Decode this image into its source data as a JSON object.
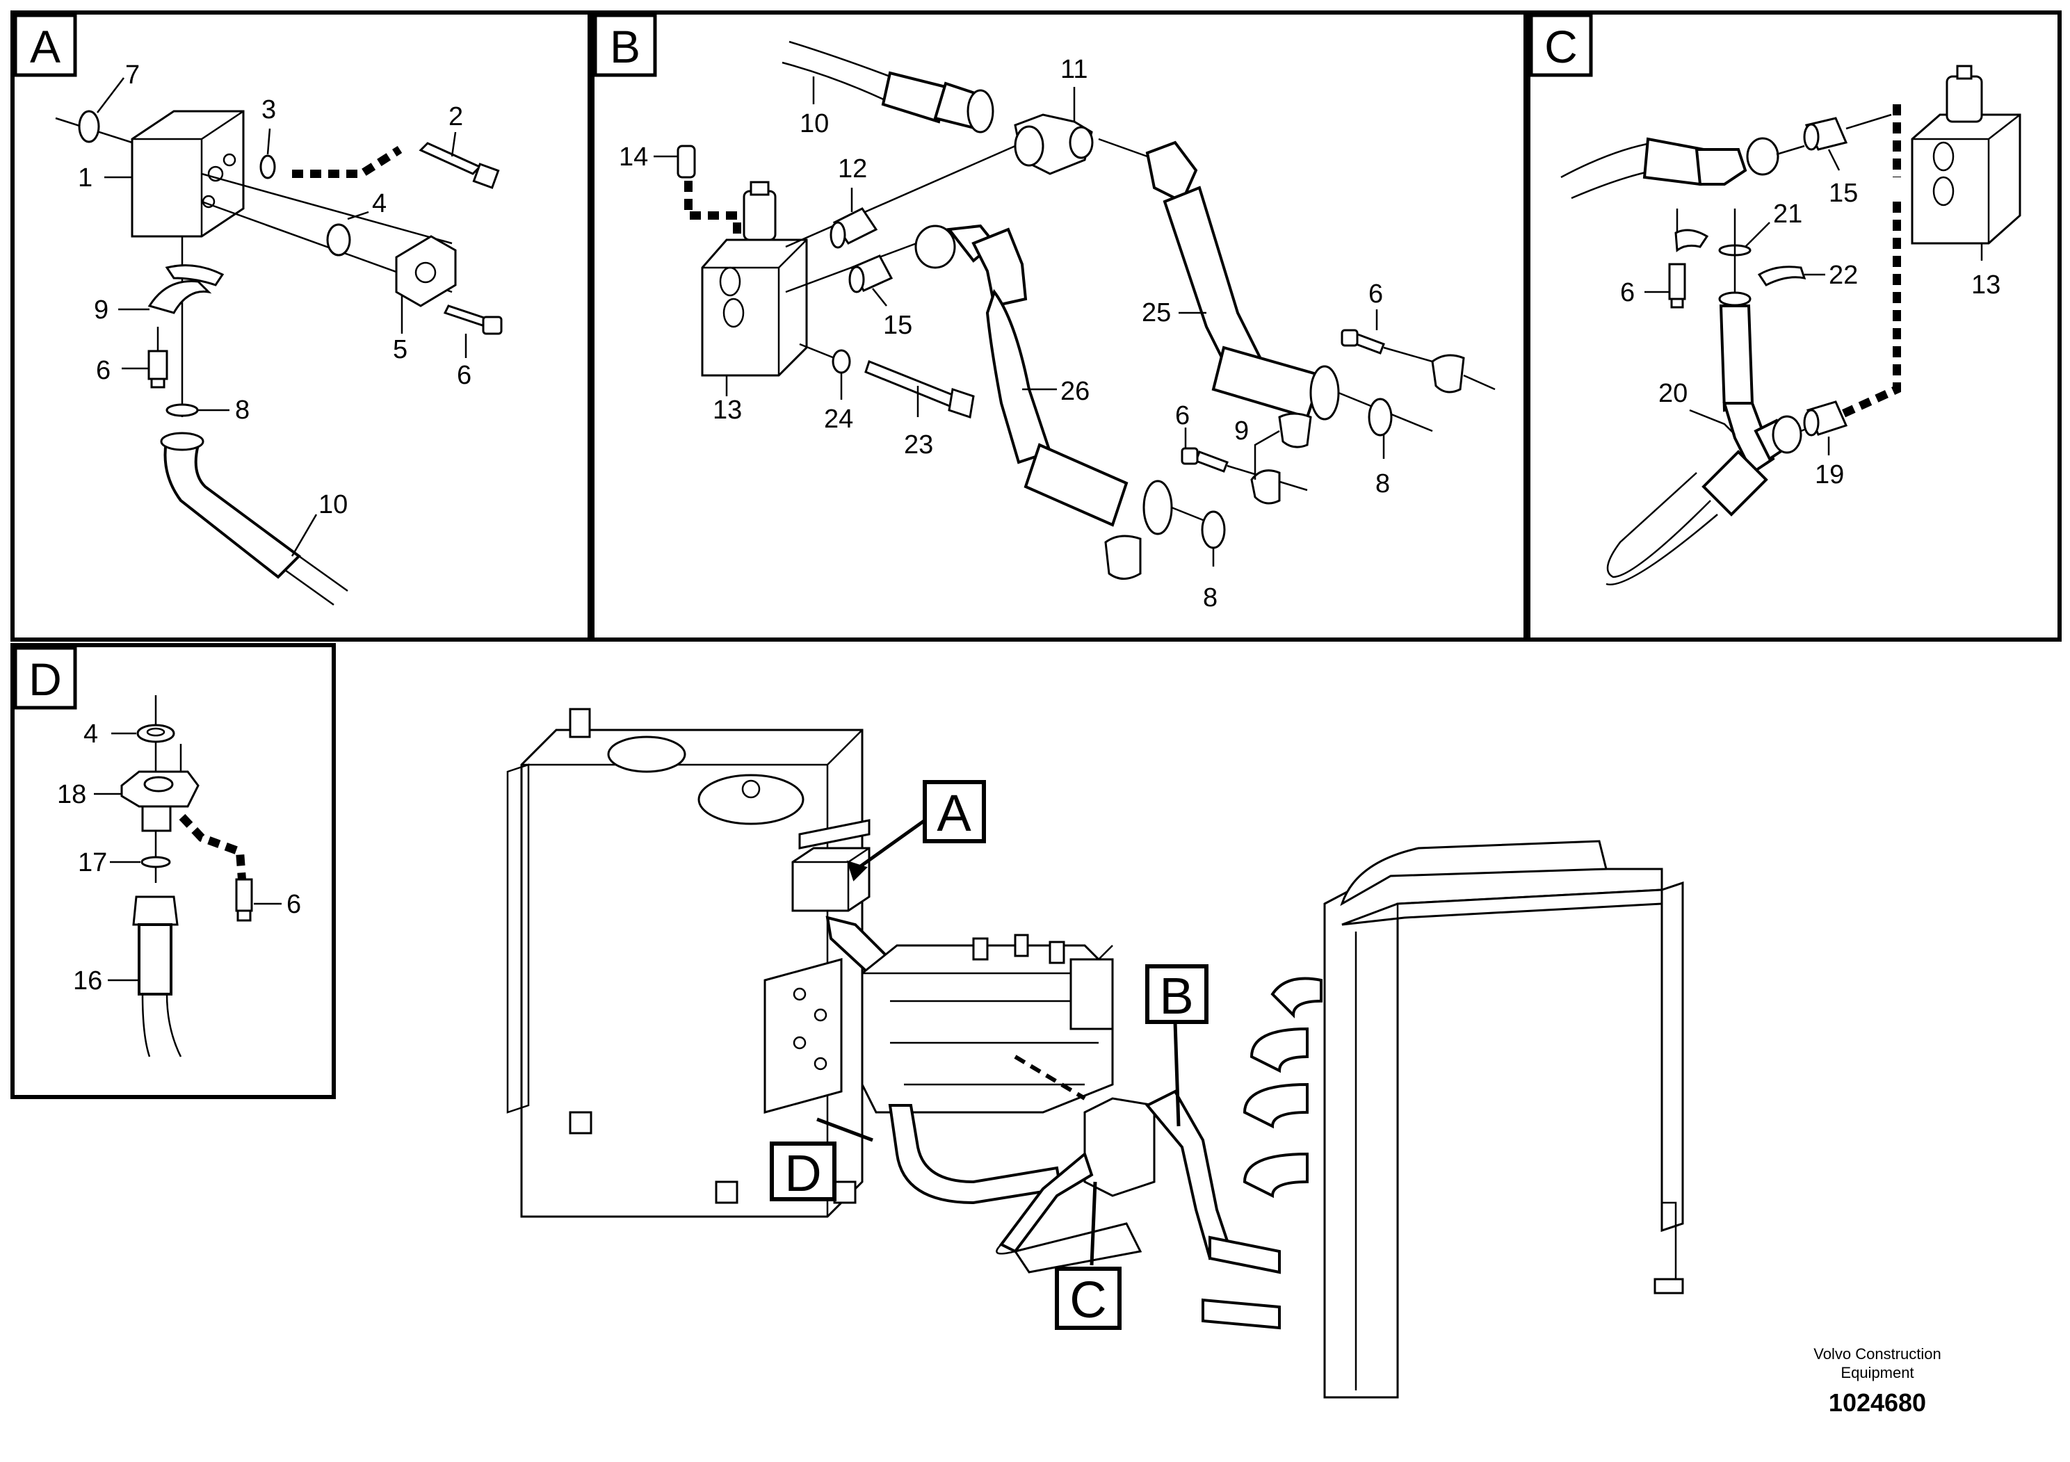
{
  "panels": {
    "a": {
      "tag": "A"
    },
    "b": {
      "tag": "B"
    },
    "c": {
      "tag": "C"
    },
    "d": {
      "tag": "D"
    }
  },
  "labels": {
    "a": [
      "7",
      "3",
      "2",
      "1",
      "4",
      "9",
      "5",
      "6",
      "6",
      "8",
      "10"
    ],
    "b": [
      "11",
      "10",
      "14",
      "12",
      "15",
      "13",
      "24",
      "23",
      "26",
      "25",
      "6",
      "6",
      "9",
      "8",
      "8"
    ],
    "c": [
      "21",
      "15",
      "6",
      "22",
      "13",
      "20",
      "19"
    ],
    "d": [
      "4",
      "18",
      "17",
      "6",
      "16"
    ]
  },
  "callouts": {
    "a": "A",
    "b": "B",
    "c": "C",
    "d": "D"
  },
  "footer": {
    "brand_line1": "Volvo Construction",
    "brand_line2": "Equipment",
    "doc_number": "1024680"
  }
}
